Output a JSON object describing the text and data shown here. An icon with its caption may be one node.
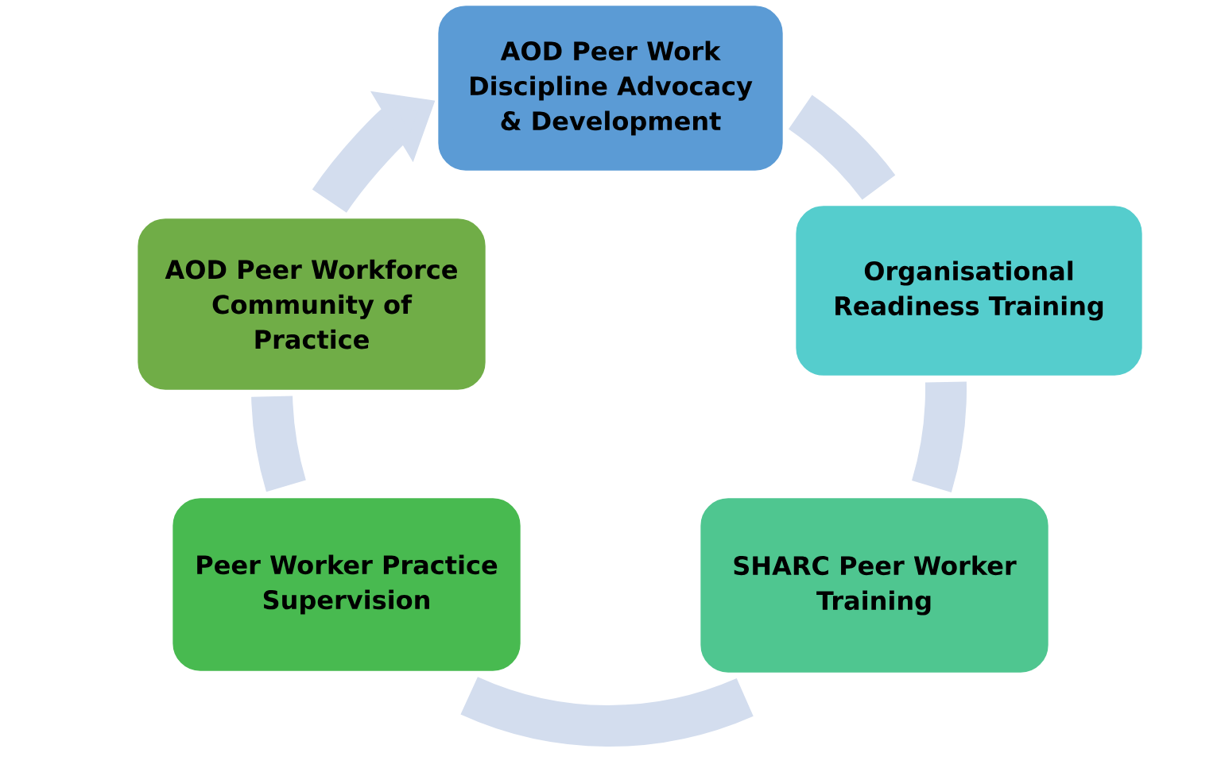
{
  "diagram": {
    "nodes": [
      {
        "text": [
          "AOD Peer Work Discipline Advocacy & Development"
        ]
      },
      {
        "text": [
          "Organisational Readiness Training"
        ]
      },
      {
        "text": [
          "SHARC Peer Worker Training"
        ]
      },
      {
        "text": [
          "Peer Worker Practice Supervision"
        ]
      },
      {
        "text": [
          "AOD Peer Workforce Community of Practice"
        ]
      }
    ],
    "edges": [
      {
        "from": 0,
        "to": 1,
        "arrow": "none"
      },
      {
        "from": 1,
        "to": 2,
        "arrow": "none"
      },
      {
        "from": 2,
        "to": 3,
        "arrow": "none"
      },
      {
        "from": 3,
        "to": 4,
        "arrow": "none"
      },
      {
        "from": 4,
        "to": 0,
        "arrow": "to"
      }
    ]
  }
}
